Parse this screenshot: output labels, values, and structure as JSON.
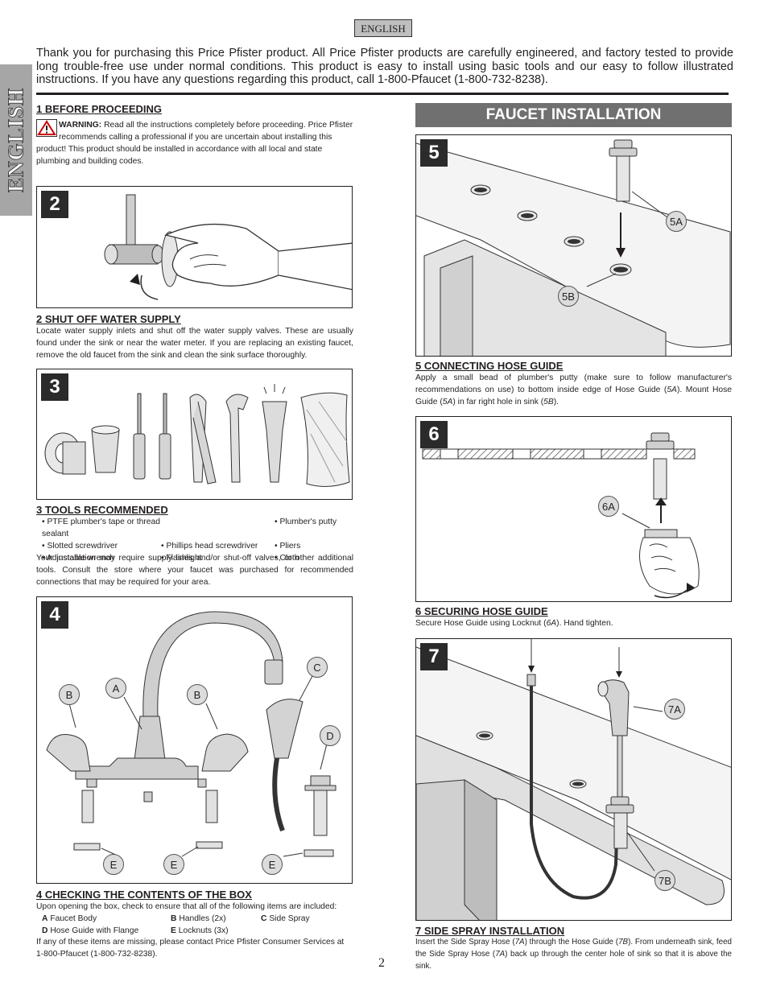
{
  "lang_tab": "ENGLISH",
  "side_tab": "ENGLISH",
  "intro": "Thank you for purchasing this Price Pfister product.  All Price Pfister products are carefully engineered, and factory tested to provide long trouble-free use under normal conditions.  This product is easy to install using basic tools and our easy to follow illustrated instructions.  If you have any questions regarding this product, call 1-800-Pfaucet (1-800-732-8238).",
  "s1": {
    "heading": "1  BEFORE PROCEEDING",
    "warning_label": "WARNING:",
    "warning_text": " Read all the instructions completely before proceeding. Price Pfister recommends calling a professional if you are uncertain about installing this product! This product should be installed in accordance with all local and state plumbing and building codes."
  },
  "s2": {
    "num": "2",
    "heading": "2  SHUT OFF WATER SUPPLY",
    "text": "Locate water supply inlets and shut off the water supply valves.  These are usually found under the sink or near the water meter.  If you are replacing an existing faucet, remove the old faucet from the sink and clean the sink surface thoroughly."
  },
  "s3": {
    "num": "3",
    "heading": "3  TOOLS RECOMMENDED",
    "tools": [
      "• PTFE plumber's tape or thread sealant",
      "",
      "• Plumber's putty",
      "• Slotted screwdriver",
      "• Phillips head screwdriver",
      "• Pliers",
      "• Adjustable wrench",
      "• Flashlight",
      "• Cloth"
    ],
    "note": "Your installation may require supply lines and/or shut-off valves, or other additional tools. Consult the store where your faucet was purchased for recommended connections that may be required for your area."
  },
  "s4": {
    "num": "4",
    "heading": "4  CHECKING THE CONTENTS OF THE BOX",
    "intro": "Upon opening the box, check to ensure that all of the following items are included:",
    "items": [
      {
        "key": "A",
        "label": "Faucet Body"
      },
      {
        "key": "B",
        "label": "Handles (2x)"
      },
      {
        "key": "C",
        "label": "Side Spray"
      },
      {
        "key": "D",
        "label": "Hose Guide with Flange"
      },
      {
        "key": "E",
        "label": "Locknuts (3x)"
      },
      {
        "key": "",
        "label": ""
      }
    ],
    "missing": "If any of these items are missing, please contact Price Pfister Consumer Services at 1-800-Pfaucet (1-800-732-8238).",
    "callouts": {
      "b1": "B",
      "a": "A",
      "b2": "B",
      "c": "C",
      "d": "D",
      "e1": "E",
      "e2": "E",
      "e3": "E"
    }
  },
  "faucet_installation": "FAUCET INSTALLATION",
  "s5": {
    "num": "5",
    "heading": "5  CONNECTING HOSE GUIDE",
    "text_a": "Apply a small bead of plumber's putty (make sure to follow manufacturer's recommendations on use) to bottom inside edge of Hose Guide (",
    "ref1": "5A",
    "text_b": ").  Mount Hose Guide (",
    "ref2": "5A",
    "text_c": ") in far right hole in sink (",
    "ref3": "5B",
    "text_d": ").",
    "callouts": {
      "a": "5A",
      "b": "5B"
    }
  },
  "s6": {
    "num": "6",
    "heading": "6  SECURING HOSE GUIDE",
    "text_a": "Secure Hose Guide using Locknut (",
    "ref1": "6A",
    "text_b": "). Hand tighten.",
    "callouts": {
      "a": "6A"
    }
  },
  "s7": {
    "num": "7",
    "heading": "7  SIDE SPRAY INSTALLATION",
    "text_a": "Insert the Side Spray Hose (",
    "ref1": "7A",
    "text_b": ") through the Hose Guide (",
    "ref2": "7B",
    "text_c": ").  From underneath sink, feed the Side Spray Hose (",
    "ref3": "7A",
    "text_d": ") back up through the center hole of sink so that it is above the sink.",
    "callouts": {
      "a": "7A",
      "b": "7B"
    }
  },
  "page_number": "2"
}
